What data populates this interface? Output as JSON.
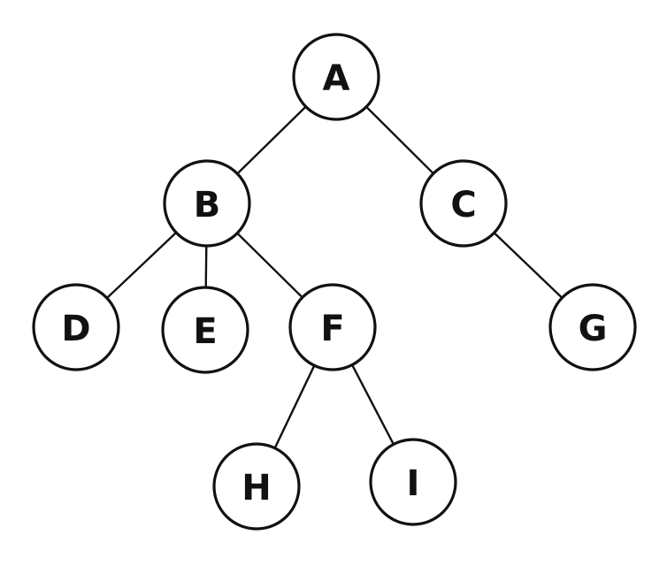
{
  "tree": {
    "nodes": [
      {
        "id": "A",
        "label": "A"
      },
      {
        "id": "B",
        "label": "B"
      },
      {
        "id": "C",
        "label": "C"
      },
      {
        "id": "D",
        "label": "D"
      },
      {
        "id": "E",
        "label": "E"
      },
      {
        "id": "F",
        "label": "F"
      },
      {
        "id": "G",
        "label": "G"
      },
      {
        "id": "H",
        "label": "H"
      },
      {
        "id": "I",
        "label": "I"
      }
    ],
    "edges": [
      [
        "A",
        "B"
      ],
      [
        "A",
        "C"
      ],
      [
        "B",
        "D"
      ],
      [
        "B",
        "E"
      ],
      [
        "B",
        "F"
      ],
      [
        "C",
        "G"
      ],
      [
        "F",
        "H"
      ],
      [
        "F",
        "I"
      ]
    ]
  }
}
